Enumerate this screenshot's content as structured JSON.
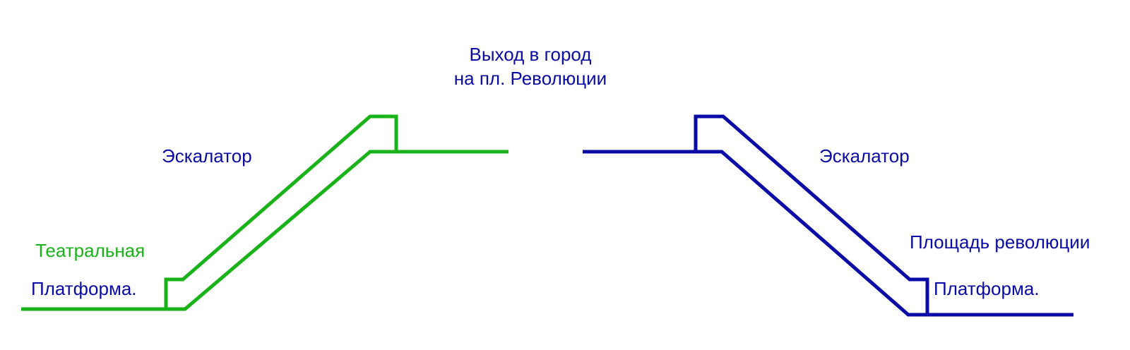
{
  "colors": {
    "green": "#19B319",
    "blue": "#0A0AA6",
    "background": "#FFFFFF"
  },
  "exit": {
    "line1": "Выход в город",
    "line2": "на пл. Революции"
  },
  "left_side": {
    "escalator_label": "Эскалатор",
    "station_name": "Театральная",
    "platform_label": "Платформа."
  },
  "right_side": {
    "escalator_label": "Эскалатор",
    "station_name": "Площадь революции",
    "platform_label": "Платформа."
  }
}
